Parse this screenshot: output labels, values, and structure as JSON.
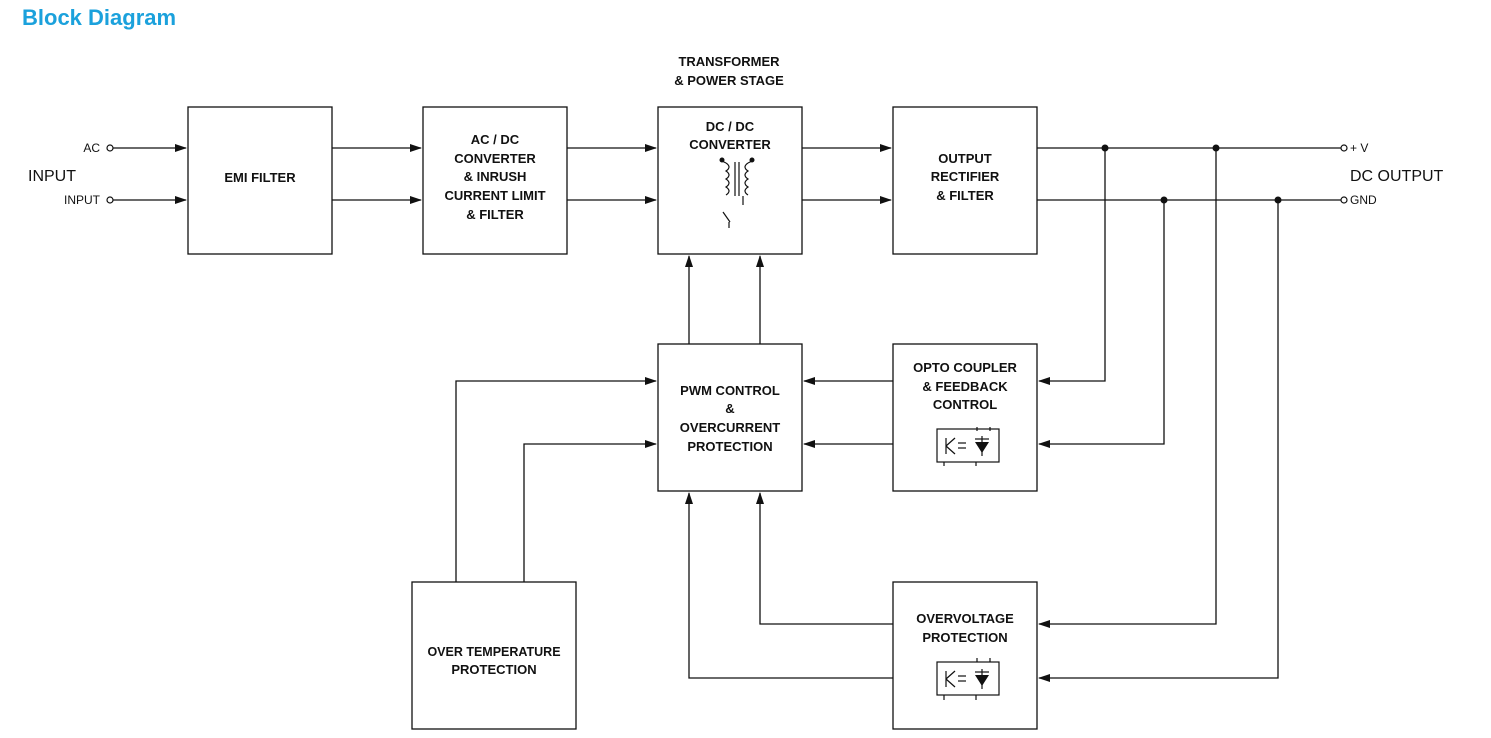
{
  "header": {
    "title": "Block Diagram"
  },
  "input": {
    "side_label": "INPUT",
    "pins": [
      "AC",
      "INPUT"
    ]
  },
  "output": {
    "side_label": "DC OUTPUT",
    "pins": [
      "+ V",
      "GND"
    ]
  },
  "stage_caption": [
    "TRANSFORMER",
    "& POWER STAGE"
  ],
  "blocks": {
    "emi": [
      "EMI FILTER"
    ],
    "acdc": [
      "AC / DC",
      "CONVERTER",
      "& INRUSH",
      "CURRENT LIMIT",
      "& FILTER"
    ],
    "dcdc": [
      "DC / DC",
      "CONVERTER"
    ],
    "rect": [
      "OUTPUT",
      "RECTIFIER",
      "& FILTER"
    ],
    "pwm": [
      "PWM CONTROL",
      "&",
      "OVERCURRENT",
      "PROTECTION"
    ],
    "opto": [
      "OPTO COUPLER",
      "& FEEDBACK",
      "CONTROL"
    ],
    "ovp": [
      "OVERVOLTAGE",
      "PROTECTION"
    ],
    "otp": [
      "OVER TEMPERATURE",
      "PROTECTION"
    ]
  },
  "colors": {
    "title": "#1ba1dc",
    "line": "#111111"
  }
}
